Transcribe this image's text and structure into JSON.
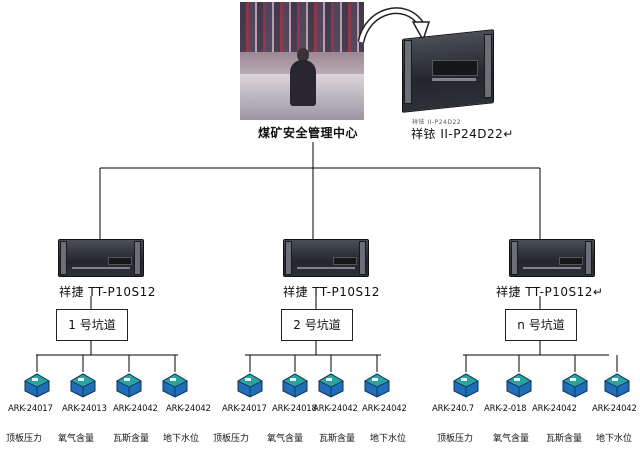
{
  "header": {
    "center_label": "煤矿安全管理中心",
    "main_server_small_label": "祥铱 II-P24D22",
    "main_server_label": "祥铱 II-P24D22↵"
  },
  "servers": [
    {
      "label": "祥捷 TT-P10S12"
    },
    {
      "label": "祥捷 TT-P10S12"
    },
    {
      "label": "祥捷 TT-P10S12↵"
    }
  ],
  "tunnels": [
    {
      "label": "1 号坑道"
    },
    {
      "label": "2 号坑道"
    },
    {
      "label": "n 号坑道"
    }
  ],
  "sensor_groups": [
    [
      {
        "model": "ARK-24017",
        "name": "顶板压力"
      },
      {
        "model": "ARK-24013",
        "name": "氧气含量"
      },
      {
        "model": "ARK-24042",
        "name": "瓦斯含量"
      },
      {
        "model": "ARK-24042",
        "name": "地下水位"
      }
    ],
    [
      {
        "model": "ARK-24017",
        "name": "顶板压力"
      },
      {
        "model": "ARK-24018",
        "name": "氧气含量"
      },
      {
        "model": "ARK-24042",
        "name": "瓦斯含量"
      },
      {
        "model": "ARK-24042",
        "name": "地下水位"
      }
    ],
    [
      {
        "model": "ARK-240.7",
        "name": "顶板压力"
      },
      {
        "model": "ARK-2-018",
        "name": "氧气含量"
      },
      {
        "model": "ARK-24042",
        "name": "瓦斯含量"
      },
      {
        "model": "ARK-24042",
        "name": "地下水位"
      }
    ]
  ],
  "colors": {
    "line": "#000000",
    "sensor_blue": "#1f6fb8",
    "sensor_teal": "#2aa3a0"
  }
}
